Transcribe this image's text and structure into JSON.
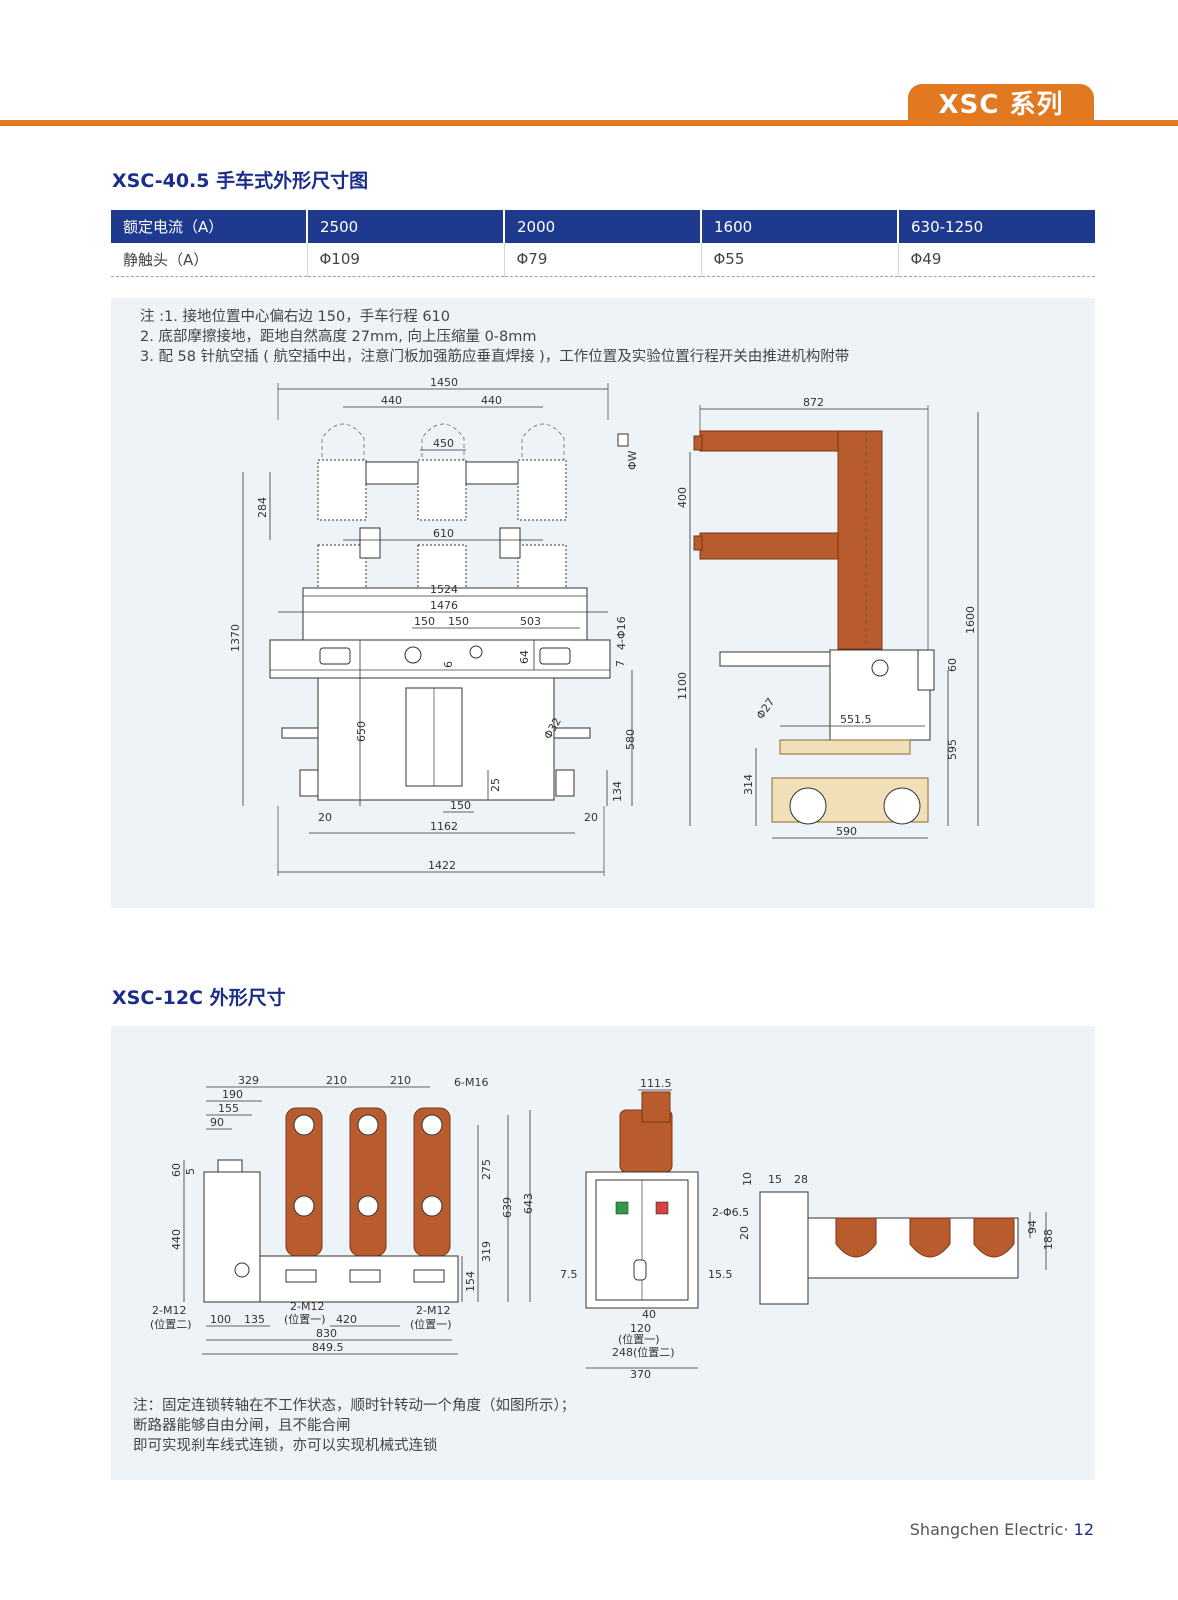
{
  "header": {
    "series": "XSC 系列"
  },
  "section1": {
    "title": "XSC-40.5 手车式外形尺寸图",
    "table": {
      "header": [
        "额定电流（A）",
        "2500",
        "2000",
        "1600",
        "630-1250"
      ],
      "row": [
        "静触头（A）",
        "Φ109",
        "Φ79",
        "Φ55",
        "Φ49"
      ]
    },
    "notes": [
      "注 :1. 接地位置中心偏右边 150，手车行程 610",
      "2. 底部摩擦接地，距地自然高度 27mm, 向上压缩量 0-8mm",
      "3. 配 58 针航空插 ( 航空插中出，注意门板加强筋应垂直焊接 )，工作位置及实验位置行程开关由推进机构附带"
    ],
    "front_dims": {
      "d1450": "1450",
      "d440a": "440",
      "d440b": "440",
      "d450": "450",
      "d284": "284",
      "d610": "610",
      "d1524": "1524",
      "d1476": "1476",
      "d150a": "150",
      "d150b": "150",
      "d503": "503",
      "d4phi16": "4-Φ16",
      "d1370": "1370",
      "d650": "650",
      "d580": "580",
      "d64": "64",
      "d6": "6",
      "d7": "7",
      "dphi32": "Φ32",
      "d25": "25",
      "d134": "134",
      "d150c": "150",
      "d20a": "20",
      "d20b": "20",
      "d1162": "1162",
      "d1422": "1422",
      "dphiw": "ΦW"
    },
    "side_dims": {
      "d872": "872",
      "d400": "400",
      "d1600": "1600",
      "d1100": "1100",
      "d60": "60",
      "dphi27": "Φ27",
      "d551": "551.5",
      "d595": "595",
      "d314": "314",
      "d590": "590"
    }
  },
  "section2": {
    "title": "XSC-12C 外形尺寸",
    "front_dims": {
      "d329": "329",
      "d210a": "210",
      "d210b": "210",
      "d6m16": "6-M16",
      "d190": "190",
      "d155": "155",
      "d90": "90",
      "d60": "60",
      "d5": "5",
      "d440": "440",
      "d275": "275",
      "d639": "639",
      "d643": "643",
      "d319": "319",
      "d154": "154",
      "d2m12a": "2-M12",
      "dpos2": "(位置二)",
      "d2m12b": "2-M12",
      "dpos1a": "(位置一)",
      "d2m12c": "2-M12",
      "dpos1b": "(位置一)",
      "d100": "100",
      "d135": "135",
      "d420": "420",
      "d830": "830",
      "d849": "849.5"
    },
    "side_dims": {
      "d1115": "111.5",
      "d75": "7.5",
      "d155": "15.5",
      "d40": "40",
      "d120": "120",
      "dpos1": "(位置一)",
      "d248": "248(位置二)",
      "d370": "370"
    },
    "top_dims": {
      "d10": "10",
      "d15": "15",
      "d28": "28",
      "d2phi65": "2-Φ6.5",
      "d20": "20",
      "d94": "94",
      "d188": "188"
    },
    "notes": [
      "注：固定连锁转轴在不工作状态，顺时针转动一个角度（如图所示）；",
      "断路器能够自由分闸，且不能合闸",
      "即可实现刹车线式连锁，亦可以实现机械式连锁"
    ]
  },
  "footer": {
    "company": "Shangchen Electric·",
    "page": "12"
  }
}
